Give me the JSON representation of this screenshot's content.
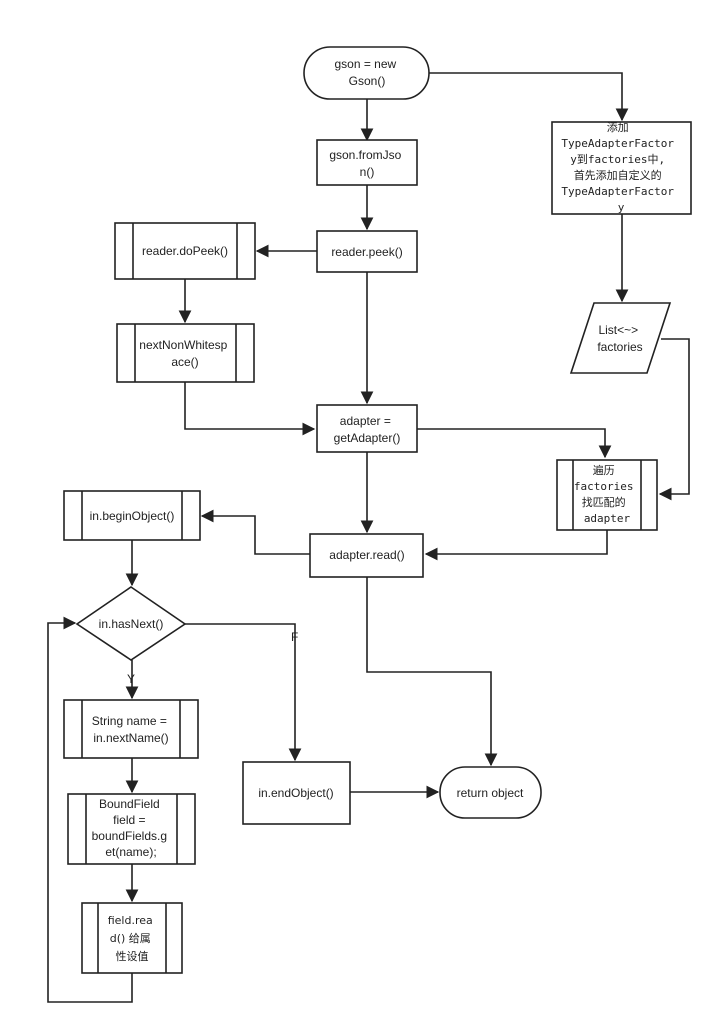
{
  "nodes": {
    "gson_new": {
      "lines": [
        "gson = new",
        "Gson()"
      ]
    },
    "from_json": {
      "lines": [
        "gson.fromJso",
        "n()"
      ]
    },
    "reader_peek": {
      "lines": [
        "reader.peek()"
      ]
    },
    "reader_dopeek": {
      "lines": [
        "reader.doPeek()"
      ]
    },
    "next_nonws": {
      "lines": [
        "nextNonWhitesp",
        "ace()"
      ]
    },
    "get_adapter": {
      "lines": [
        "adapter =",
        "getAdapter()"
      ]
    },
    "adapter_read": {
      "lines": [
        "adapter.read()"
      ]
    },
    "begin_object": {
      "lines": [
        "in.beginObject()"
      ]
    },
    "has_next": {
      "lines": [
        "in.hasNext()"
      ]
    },
    "next_name": {
      "lines": [
        "String name =",
        "in.nextName()"
      ]
    },
    "bound_field": {
      "lines": [
        "BoundField",
        "field =",
        "boundFields.g",
        "et(name);"
      ]
    },
    "field_read": {
      "lines": [
        "field.rea",
        "d() 给属",
        "性设值"
      ]
    },
    "end_object": {
      "lines": [
        "in.endObject()"
      ]
    },
    "return_object": {
      "lines": [
        "return object"
      ]
    },
    "add_factory": {
      "lines": [
        "添加",
        "TypeAdapterFactor",
        "y到factories中,",
        "首先添加自定义的",
        "TypeAdapterFactor",
        "y"
      ]
    },
    "list_factories": {
      "lines": [
        "List<~>",
        "factories"
      ]
    },
    "iterate": {
      "lines": [
        "遍历",
        "factories",
        "找匹配的",
        "adapter"
      ]
    }
  },
  "branch_labels": {
    "yes": "Y",
    "no": "F"
  }
}
